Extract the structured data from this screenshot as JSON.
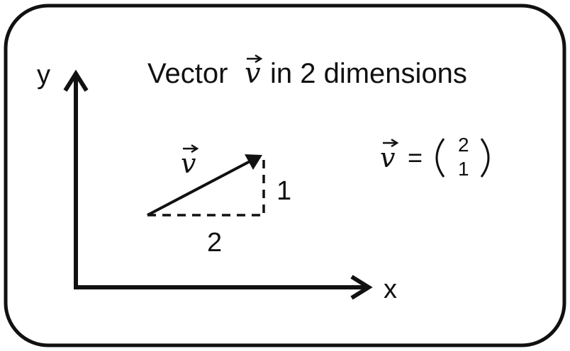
{
  "title_prefix": "Vector",
  "title_symbol": "v",
  "title_suffix": "in 2 dimensions",
  "axes": {
    "x_label": "x",
    "y_label": "y"
  },
  "vector": {
    "symbol": "v",
    "components": [
      2,
      1
    ]
  },
  "labels": {
    "horizontal_component": "2",
    "vertical_component": "1"
  },
  "equation": {
    "symbol": "v",
    "equals": "=",
    "top": "2",
    "bottom": "1"
  },
  "colors": {
    "stroke": "#111111",
    "background": "#ffffff"
  }
}
